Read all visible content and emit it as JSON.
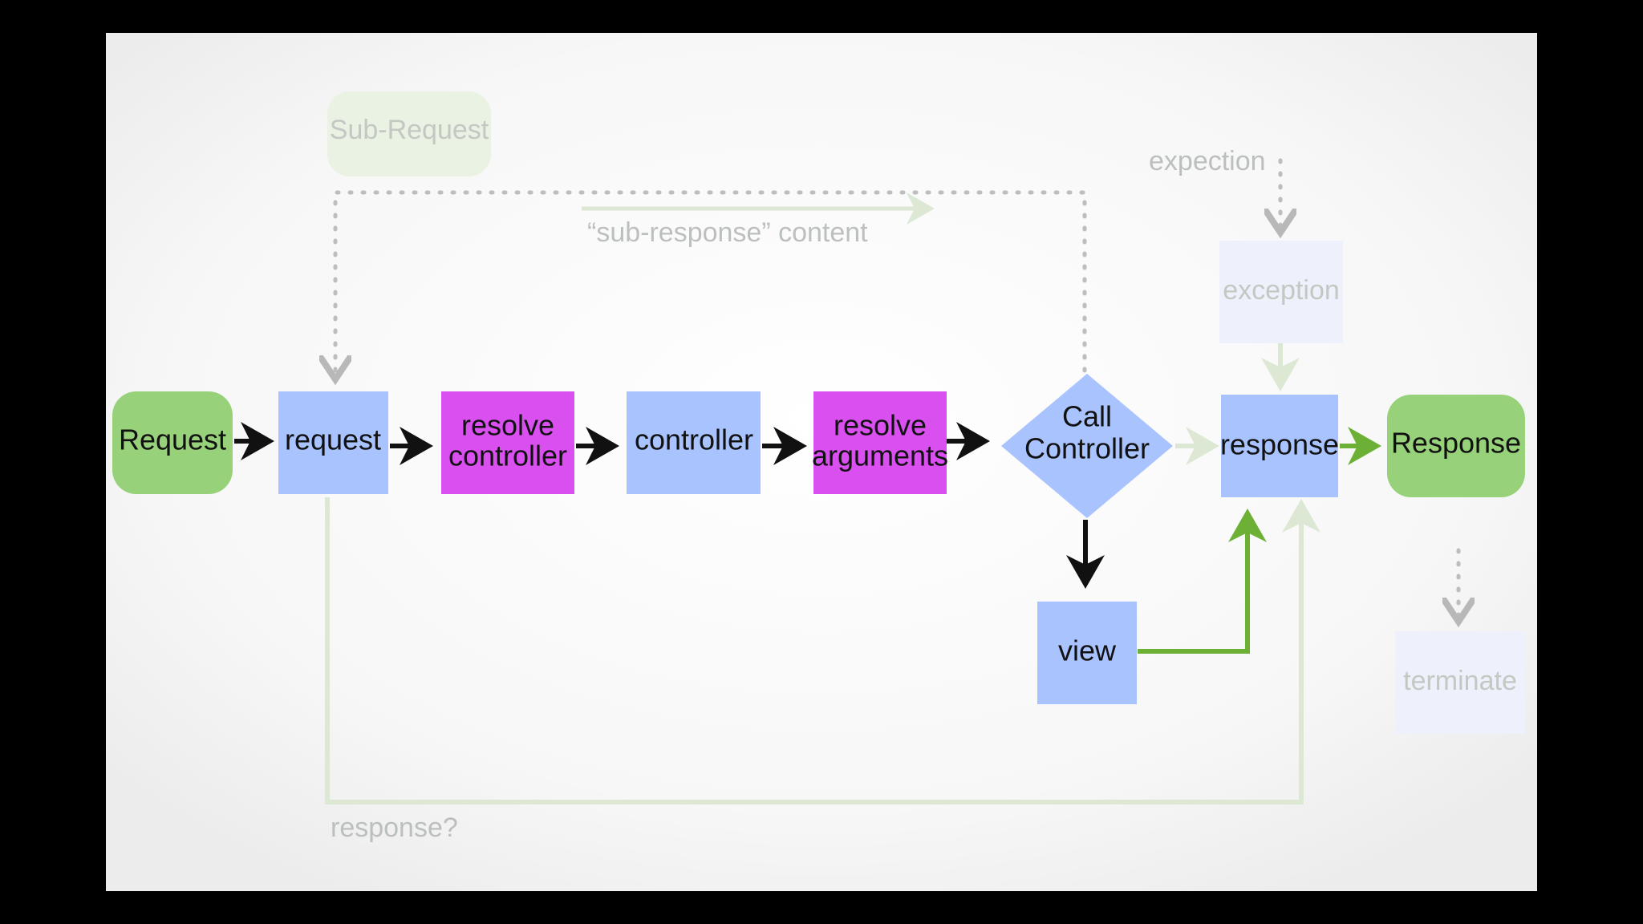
{
  "nodes": {
    "request_start": "Request",
    "request": "request",
    "resolve_controller": [
      "resolve",
      "controller"
    ],
    "controller": "controller",
    "resolve_arguments": [
      "resolve",
      "arguments"
    ],
    "call_controller": [
      "Call",
      "Controller"
    ],
    "view": "view",
    "response": "response",
    "response_end": "Response",
    "exception": "exception",
    "terminate": "terminate",
    "sub_request": "Sub-Request"
  },
  "annotations": {
    "expection": "expection",
    "sub_response_content": "“sub-response” content",
    "response_question": "response?"
  },
  "colors": {
    "frame": "#000000",
    "background": "#f6f6f6",
    "terminal_green": "#97d27a",
    "process_blue": "#a9c3ff",
    "listener_magenta": "#d94ff0",
    "faint_green": "#e6f0e0",
    "faint_blue": "#eef1fc",
    "arrow_black": "#111111",
    "arrow_green": "#6cb136",
    "dotted_gray": "#b8b8b8"
  }
}
